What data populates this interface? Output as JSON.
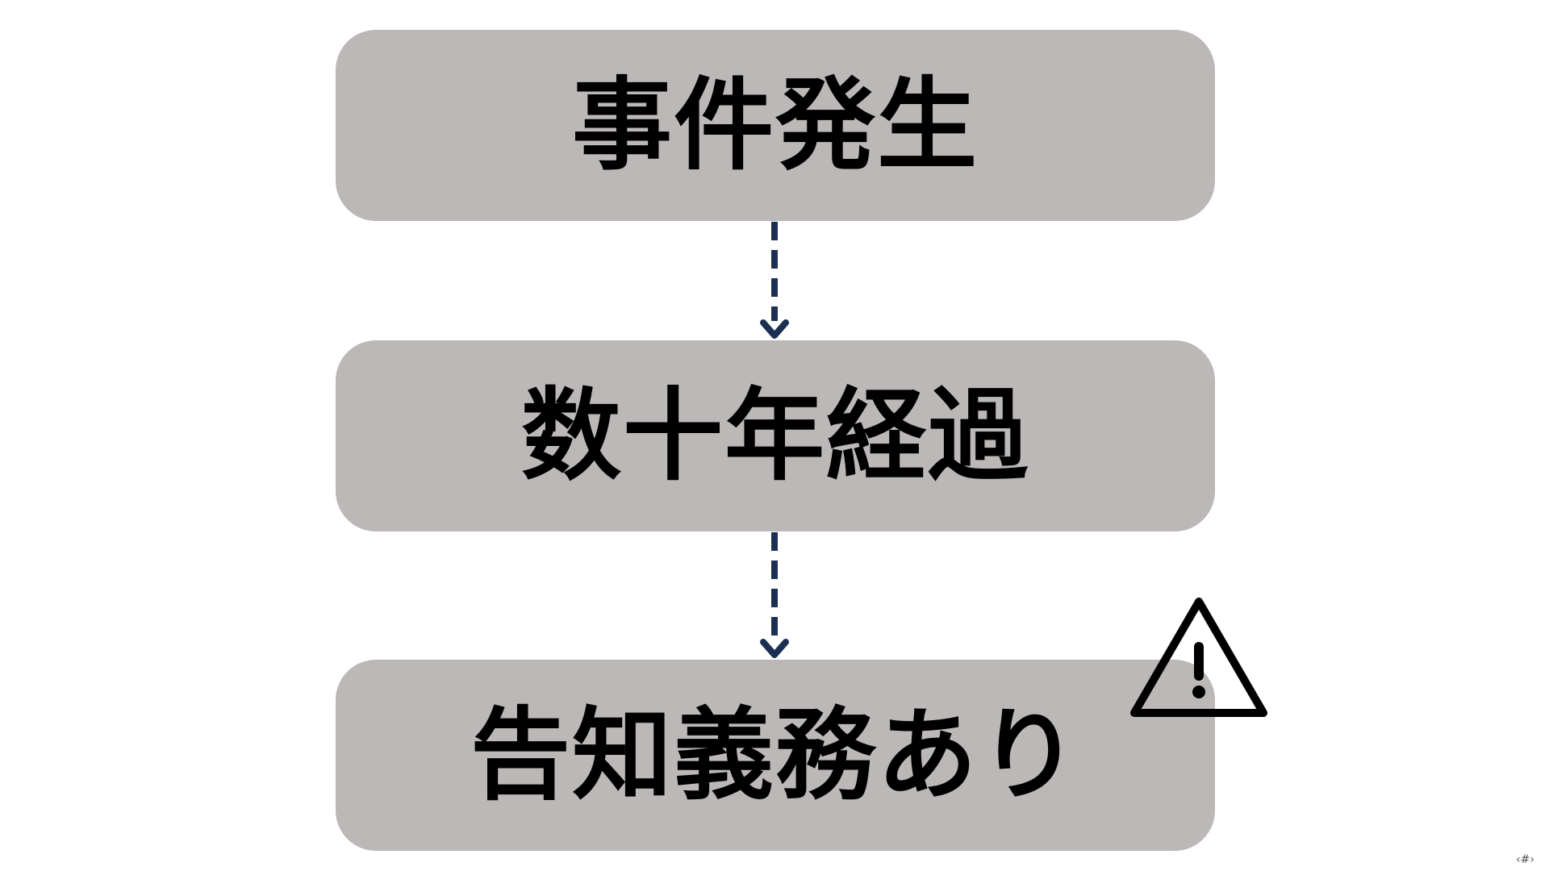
{
  "flow": {
    "steps": [
      {
        "label": "事件発生"
      },
      {
        "label": "数十年経過"
      },
      {
        "label": "告知義務あり"
      }
    ],
    "connector_style": "dashed-arrow",
    "connector_color": "#1b2f52",
    "box_color": "#bbb8b7"
  },
  "icons": {
    "warning": "warning-triangle-icon"
  },
  "footer": {
    "page_number": "‹#›"
  }
}
